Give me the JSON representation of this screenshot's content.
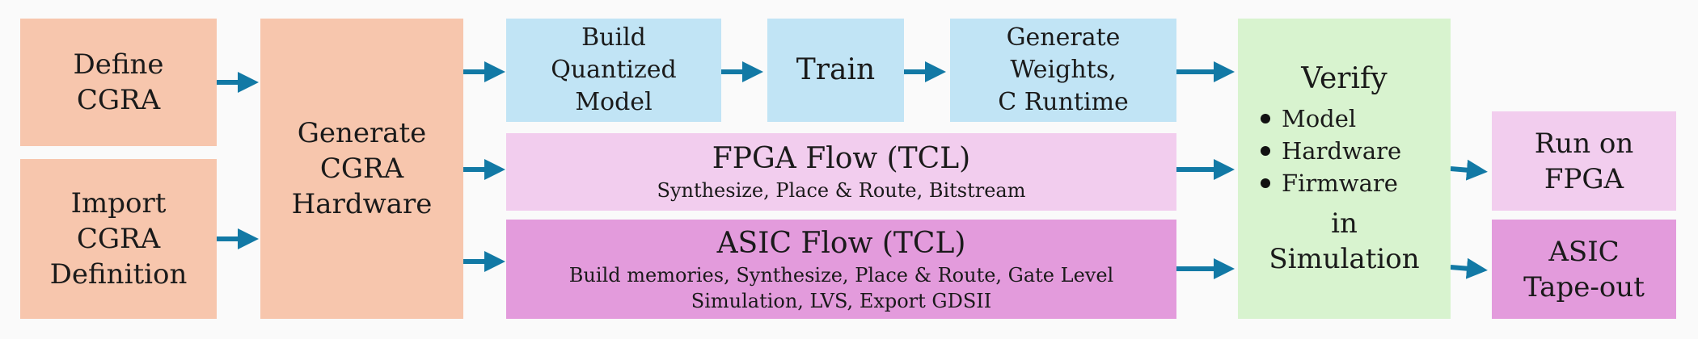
{
  "colors": {
    "peach": "#f7c6ad",
    "blue": "#c1e4f5",
    "pink": "#f2cdee",
    "mauve": "#e39bdc",
    "green": "#d8f3cf",
    "arrow": "#1279a5"
  },
  "boxes": {
    "define_cgra": {
      "lines": [
        "Define",
        "CGRA"
      ]
    },
    "import_cgra": {
      "lines": [
        "Import",
        "CGRA",
        "Definition"
      ]
    },
    "generate_hw": {
      "lines": [
        "Generate",
        "CGRA",
        "Hardware"
      ]
    },
    "build_model": {
      "lines": [
        "Build",
        "Quantized",
        "Model"
      ]
    },
    "train": {
      "lines": [
        "Train"
      ]
    },
    "generate_weights": {
      "lines": [
        "Generate",
        "Weights,",
        "C Runtime"
      ]
    },
    "fpga_flow": {
      "title": "FPGA Flow (TCL)",
      "subtitle": "Synthesize, Place & Route, Bitstream"
    },
    "asic_flow": {
      "title": "ASIC Flow (TCL)",
      "subtitle_lines": [
        "Build memories, Synthesize, Place & Route, Gate Level",
        "Simulation, LVS, Export GDSII"
      ]
    },
    "verify": {
      "title": "Verify",
      "items": [
        "Model",
        "Hardware",
        "Firmware"
      ],
      "footer_lines": [
        "in",
        "Simulation"
      ]
    },
    "run_fpga": {
      "lines": [
        "Run on",
        "FPGA"
      ]
    },
    "asic_tapeout": {
      "lines": [
        "ASIC",
        "Tape-out"
      ]
    }
  },
  "arrow_icon": "right-arrow-icon"
}
